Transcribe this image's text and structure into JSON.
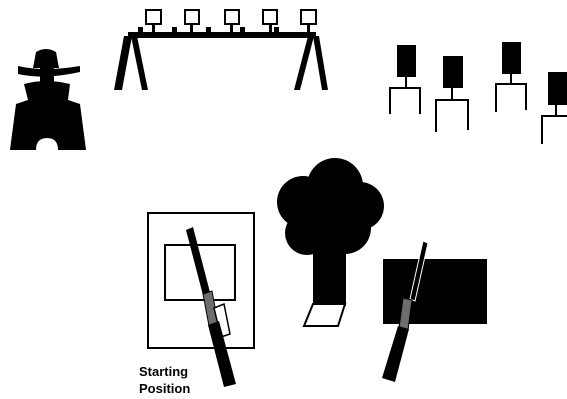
{
  "diagram": {
    "label_line1": "Starting",
    "label_line2": "Position",
    "elements": [
      "cowboy-silhouette-target",
      "knockdown-plate-rack",
      "pepper-popper-target-stands",
      "shooting-table",
      "tree-barricade",
      "shooting-box",
      "rifle"
    ]
  },
  "colors": {
    "ink": "#000000",
    "paper": "#ffffff"
  }
}
